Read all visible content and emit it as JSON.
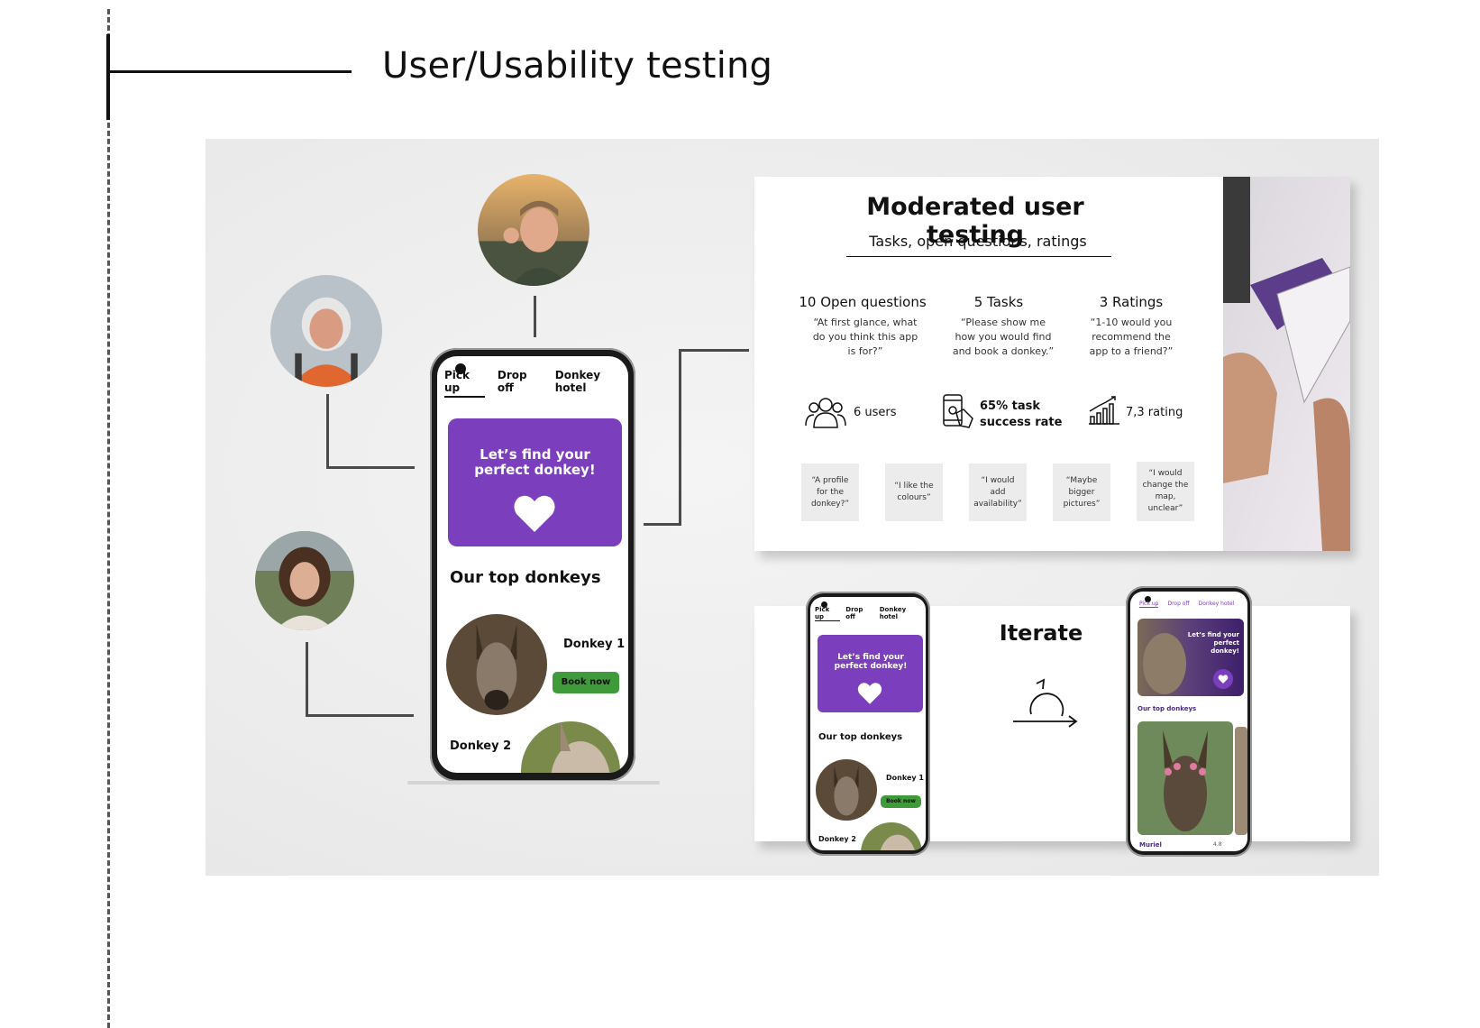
{
  "page": {
    "title": "User/Usability testing"
  },
  "main_phone": {
    "tabs": [
      "Pick up",
      "Drop off",
      "Donkey hotel"
    ],
    "hero_text": "Let’s find your perfect donkey!",
    "hero_icon": "heart-icon",
    "section_title": "Our top donkeys",
    "donkey1_name": "Donkey 1",
    "book_label": "Book now",
    "donkey2_name": "Donkey 2",
    "accent_color": "#7b3fbe",
    "button_color": "#3f9a3a"
  },
  "testing_card": {
    "title": "Moderated user testing",
    "subtitle": "Tasks, open questions, ratings",
    "columns": [
      {
        "heading": "10 Open questions",
        "text": "“At first glance, what do you think this app is for?”"
      },
      {
        "heading": "5 Tasks",
        "text": "“Please show me how you would find and book a donkey.”"
      },
      {
        "heading": "3 Ratings",
        "text": "“1-10 would you recommend the app to a friend?”"
      }
    ],
    "stats": {
      "users": "6 users",
      "success_line1": "65% task",
      "success_line2": "success rate",
      "rating": "7,3 rating"
    },
    "quotes": [
      "“A profile for the donkey?”",
      "“I like the colours”",
      "“I would add availability”",
      "“Maybe bigger pictures”",
      "“I would change the map, unclear”"
    ]
  },
  "iterate_card": {
    "label": "Iterate",
    "old_phone": {
      "tabs": [
        "Pick up",
        "Drop off",
        "Donkey hotel"
      ],
      "hero_text": "Let’s find your perfect donkey!",
      "section_title": "Our top donkeys",
      "donkey1_name": "Donkey 1",
      "book_label": "Book now",
      "donkey2_name": "Donkey 2"
    },
    "new_phone": {
      "tabs": [
        "Pick up",
        "Drop off",
        "Donkey hotel"
      ],
      "hero_text": "Let’s find your perfect donkey!",
      "section_title": "Our top donkeys",
      "donkey_name": "Muriel",
      "rating": "4.8"
    }
  }
}
